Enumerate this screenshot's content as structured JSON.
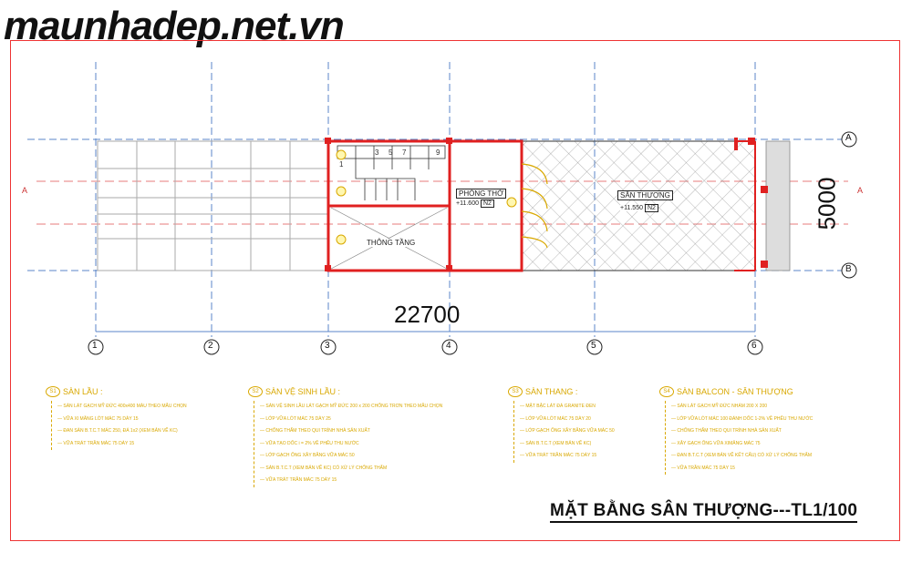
{
  "watermark": "maunhadep.net.vn",
  "dimensions": {
    "length": "22700",
    "width": "5000"
  },
  "section_marker": "A",
  "axes_bottom": [
    "1",
    "2",
    "3",
    "4",
    "5",
    "6"
  ],
  "axes_right": [
    "A",
    "B"
  ],
  "rooms": {
    "stair_hall": "PHÒNG THỜ",
    "terrace": "SÂN THƯỢNG",
    "void": "THÔNG TẦNG"
  },
  "levels": {
    "stair_hall": {
      "value": "+11.600",
      "tag": "N2"
    },
    "terrace": {
      "value": "+11.550",
      "tag": "N2"
    }
  },
  "stair_numbers": [
    "1",
    "3",
    "5",
    "7",
    "9"
  ],
  "notes": [
    {
      "badge": "S1",
      "title": "SÀN LẦU :",
      "items": [
        "SÀN LÁT GẠCH MỸ ĐỨC 400x400 MÀU THEO MẪU CHỌN",
        "VỮA XI MĂNG LÓT MÁC 75 DÀY 15",
        "ĐAN SÀN B.T.C.T MÁC 250, ĐÁ 1x2 (XEM BẢN VẼ KC)",
        "VỮA TRÁT TRẦN MÁC 75 DÀY 15"
      ]
    },
    {
      "badge": "S2",
      "title": "SÀN VỆ SINH LẦU :",
      "items": [
        "SÀN VỆ SINH LẦU LÁT GẠCH MỸ ĐỨC 200 x 200 CHỐNG TRƠN THEO MẪU CHỌN",
        "LỚP VỮA LÓT MÁC 75 DÀY 25",
        "CHỐNG THẤM THEO QUI TRÌNH NHÀ SẢN XUẤT",
        "VỮA TẠO DỐC i = 2% VỀ PHỄU THU NƯỚC",
        "LỚP GẠCH ỐNG XÂY BẰNG VỮA MÁC 50",
        "SÀN B.T.C.T (XEM BẢN VẼ KC) CÓ XỬ LÝ CHỐNG THẤM",
        "VỮA TRÁT TRẦN MÁC 75 DÀY 15"
      ]
    },
    {
      "badge": "S3",
      "title": "SÀN THANG :",
      "items": [
        "MẶT BẬC LÁT ĐÁ GRANITE ĐEN",
        "LỚP VỮA LÓT MÁC 75 DÀY 20",
        "LỚP GẠCH ỐNG XÂY BẰNG VỮA MÁC 50",
        "SÀN B.T.C.T (XEM BẢN VẼ KC)",
        "VỮA TRÁT TRẦN MÁC 75 DÀY 15"
      ]
    },
    {
      "badge": "S4",
      "title": "SÀN BALCON - SÂN THƯỢNG",
      "items": [
        "SÀN LÁT GẠCH MỸ ĐỨC NHÁM 200 X 200",
        "LỚP VỮA LÓT MÁC 100 ĐÁNH DỐC 1-2% VỀ PHỄU THU NƯỚC",
        "CHỐNG THẤM THEO QUI TRÌNH NHÀ SẢN XUẤT",
        "XÂY GẠCH ỐNG VỮA XIMĂNG MÁC 75",
        "ĐAN B.T.C.T (XEM BẢN VẼ KẾT CẤU) CÓ XỬ LÝ CHỐNG THẤM",
        "VỮA TRẦN MÁC 75 DÀY 15"
      ]
    }
  ],
  "sheet_title": "MẶT BẰNG SÂN THƯỢNG---TL1/100",
  "colors": {
    "wall": "#e02020",
    "grid": "#5b86c8",
    "notes": "#d9a800",
    "frame": "#e33333"
  }
}
